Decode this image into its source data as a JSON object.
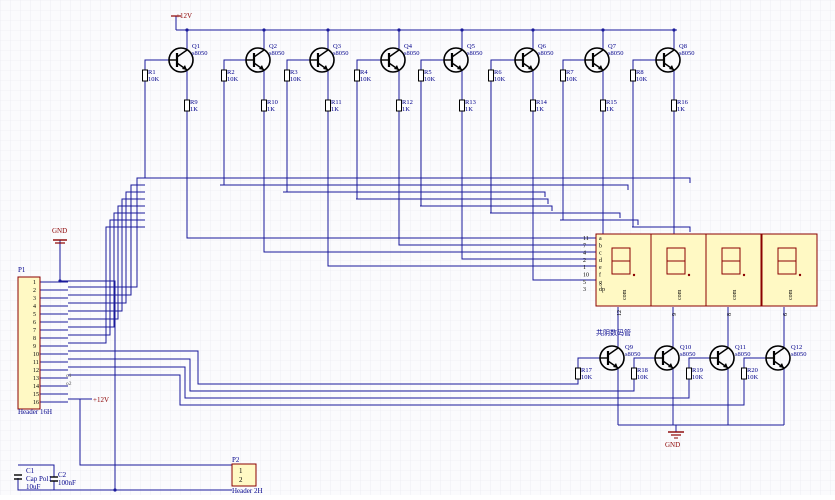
{
  "power": {
    "vcc_label": "+12V",
    "gnd_label": "GND"
  },
  "driver_transistors": [
    {
      "ref": "Q1",
      "part": "s8050"
    },
    {
      "ref": "Q2",
      "part": "s8050"
    },
    {
      "ref": "Q3",
      "part": "s8050"
    },
    {
      "ref": "Q4",
      "part": "s8050"
    },
    {
      "ref": "Q5",
      "part": "s8050"
    },
    {
      "ref": "Q6",
      "part": "s8050"
    },
    {
      "ref": "Q7",
      "part": "s8050"
    },
    {
      "ref": "Q8",
      "part": "s8050"
    }
  ],
  "base_resistors": [
    {
      "ref": "R1",
      "value": "10K"
    },
    {
      "ref": "R2",
      "value": "10K"
    },
    {
      "ref": "R3",
      "value": "10K"
    },
    {
      "ref": "R4",
      "value": "10K"
    },
    {
      "ref": "R5",
      "value": "10K"
    },
    {
      "ref": "R6",
      "value": "10K"
    },
    {
      "ref": "R7",
      "value": "10K"
    },
    {
      "ref": "R8",
      "value": "10K"
    }
  ],
  "segment_resistors": [
    {
      "ref": "R9",
      "value": "1K"
    },
    {
      "ref": "R10",
      "value": "1K"
    },
    {
      "ref": "R11",
      "value": "1K"
    },
    {
      "ref": "R12",
      "value": "1K"
    },
    {
      "ref": "R13",
      "value": "1K"
    },
    {
      "ref": "R14",
      "value": "1K"
    },
    {
      "ref": "R15",
      "value": "1K"
    },
    {
      "ref": "R16",
      "value": "1K"
    }
  ],
  "display": {
    "caption": "共阴数码管",
    "segment_pins": [
      {
        "name": "a",
        "num": "11"
      },
      {
        "name": "b",
        "num": "7"
      },
      {
        "name": "c",
        "num": "4"
      },
      {
        "name": "d",
        "num": "2"
      },
      {
        "name": "e",
        "num": "1"
      },
      {
        "name": "f",
        "num": "10"
      },
      {
        "name": "g",
        "num": "5"
      },
      {
        "name": "dp",
        "num": "3"
      }
    ],
    "digits": [
      {
        "com": "com",
        "pin": "12"
      },
      {
        "com": "com",
        "pin": "9"
      },
      {
        "com": "com",
        "pin": "8"
      },
      {
        "com": "com",
        "pin": "6"
      }
    ]
  },
  "digit_transistors": [
    {
      "ref": "Q9",
      "part": "s8050"
    },
    {
      "ref": "Q10",
      "part": "s8050"
    },
    {
      "ref": "Q11",
      "part": "s8050"
    },
    {
      "ref": "Q12",
      "part": "s8050"
    }
  ],
  "digit_resistors": [
    {
      "ref": "R17",
      "value": "10K"
    },
    {
      "ref": "R18",
      "value": "10K"
    },
    {
      "ref": "R19",
      "value": "10K"
    },
    {
      "ref": "R20",
      "value": "10K"
    }
  ],
  "header_p1": {
    "ref": "P1",
    "name": "Header 16H",
    "pins": [
      "1",
      "2",
      "3",
      "4",
      "5",
      "6",
      "7",
      "8",
      "9",
      "10",
      "11",
      "12",
      "13",
      "14",
      "15",
      "16"
    ],
    "net_labels": [
      "",
      "",
      "",
      "",
      "",
      "",
      "",
      "",
      "",
      "",
      "",
      "",
      "o1",
      "o2",
      "",
      ""
    ],
    "vcc_label": "+12V"
  },
  "header_p2": {
    "ref": "P2",
    "name": "Header 2H",
    "pins": [
      "1",
      "2"
    ]
  },
  "capacitors": [
    {
      "ref": "C1",
      "name": "Cap Pol1",
      "value": "10uF"
    },
    {
      "ref": "C2",
      "name": "",
      "value": "100nF"
    }
  ]
}
